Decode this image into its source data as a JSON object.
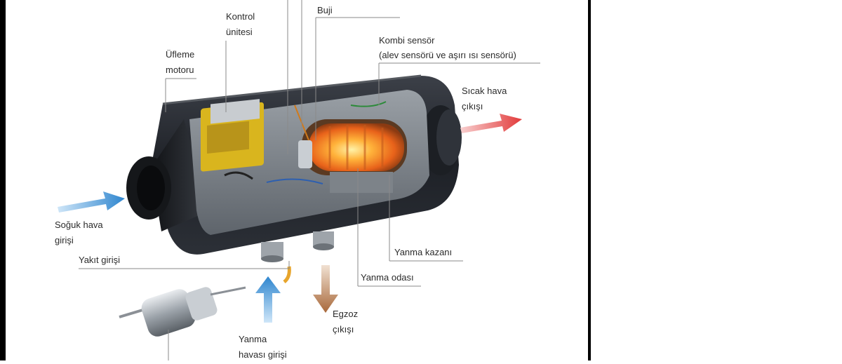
{
  "labels": {
    "kontrol_l1": "Kontrol",
    "kontrol_l2": "ünitesi",
    "buji": "Buji",
    "kombi_l1": "Kombi sensör",
    "kombi_l2": "(alev sensörü ve aşırı ısı sensörü)",
    "ufleme_l1": "Üfleme",
    "ufleme_l2": "motoru",
    "sicak_l1": "Sıcak hava",
    "sicak_l2": "çıkışı",
    "soguk_l1": "Soğuk hava",
    "soguk_l2": "girişi",
    "yakit": "Yakıt girişi",
    "kazan": "Yanma kazanı",
    "odasi": "Yanma odası",
    "egzoz_l1": "Egzoz",
    "egzoz_l2": "çıkışı",
    "hava_l1": "Yanma",
    "hava_l2": "havası girişi"
  },
  "colors": {
    "cold_air": "#2f86cf",
    "hot_air": "#e23a3a",
    "exhaust": "#a8683a",
    "fuel": "#e7a52c",
    "housing": "#2a2d33",
    "flame": "#f07a1e",
    "control_unit": "#d9b51e"
  }
}
